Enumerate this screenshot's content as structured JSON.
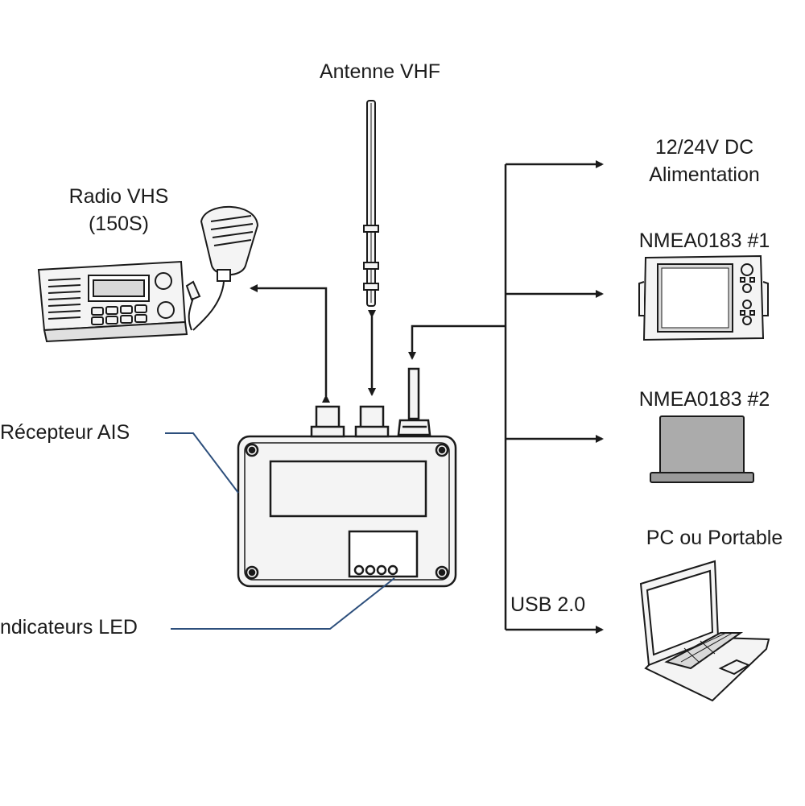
{
  "labels": {
    "antenna": "Antenne VHF",
    "radio_line1": "Radio VHS",
    "radio_line2": "(150S)",
    "power_line1": "12/24V DC",
    "power_line2": "Alimentation",
    "nmea1": "NMEA0183 #1",
    "nmea2": "NMEA0183 #2",
    "pc": "PC ou Portable",
    "usb": "USB 2.0",
    "receiver": "Récepteur AIS",
    "led": "ndicateurs LED"
  },
  "colors": {
    "stroke": "#1a1a1a",
    "leader": "#2d4f7c",
    "device_fill": "#f4f4f4",
    "screen_fill": "#d9d9d9",
    "box_fill": "#ababab"
  }
}
